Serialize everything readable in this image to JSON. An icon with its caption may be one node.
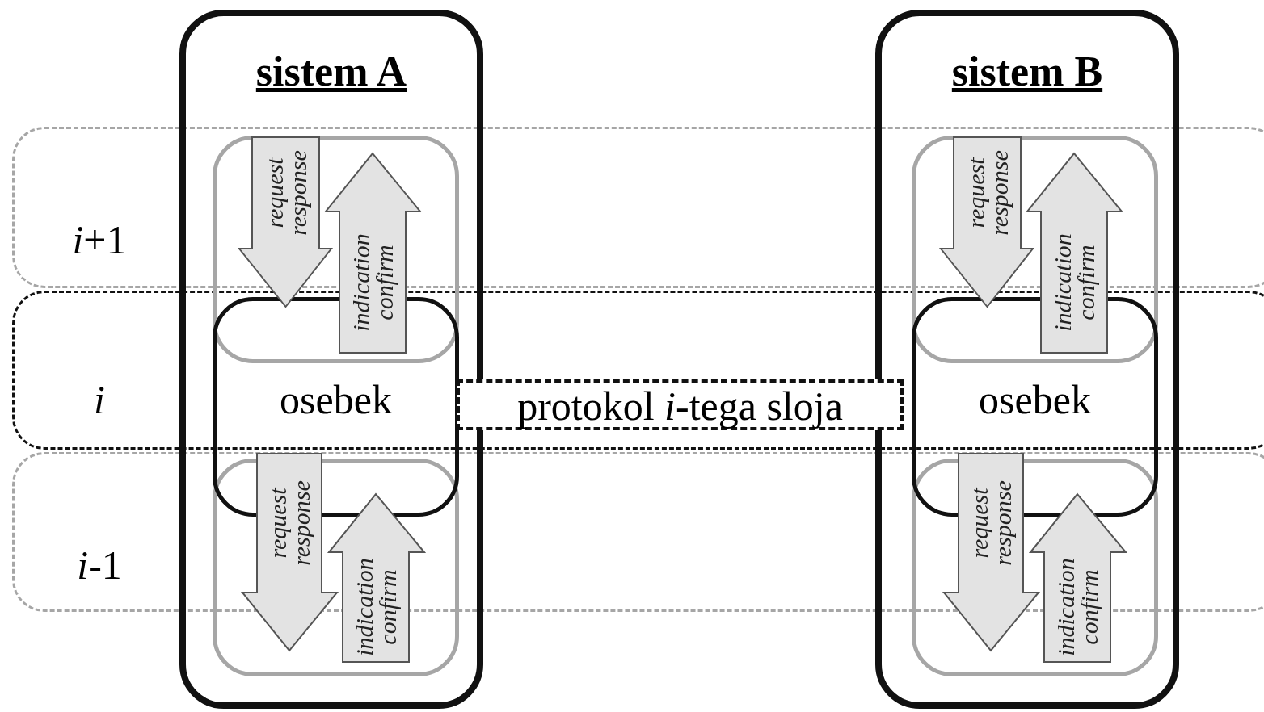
{
  "diagram": {
    "nodes": [
      {
        "text": [
          "sistem A"
        ]
      },
      {
        "text": [],
        "shape": "box",
        "in": 0
      },
      {
        "text": [
          "osebek"
        ],
        "in": 0
      },
      {
        "text": [],
        "shape": "box",
        "in": 0
      },
      {
        "text": [
          "sistem B"
        ]
      },
      {
        "text": [],
        "shape": "box",
        "in": 4
      },
      {
        "text": [
          "osebek"
        ],
        "in": 4
      },
      {
        "text": [],
        "shape": "box",
        "in": 4
      },
      {
        "text": [
          "*i*+1"
        ]
      },
      {
        "text": [
          "*i*"
        ]
      },
      {
        "text": [
          "*i*-1"
        ]
      },
      {
        "text": [
          "protokol *i*-tega sloja"
        ],
        "in": 9
      }
    ],
    "edges": [
      {
        "from": 1,
        "to": 2,
        "arrow": "to",
        "label": "request response"
      },
      {
        "from": 2,
        "to": 1,
        "arrow": "to",
        "label": "indication confirm"
      },
      {
        "from": 2,
        "to": 3,
        "arrow": "to",
        "label": "request response"
      },
      {
        "from": 3,
        "to": 2,
        "arrow": "to",
        "label": "indication confirm"
      },
      {
        "from": 5,
        "to": 6,
        "arrow": "to",
        "label": "request response"
      },
      {
        "from": 6,
        "to": 5,
        "arrow": "to",
        "label": "indication confirm"
      },
      {
        "from": 6,
        "to": 7,
        "arrow": "to",
        "label": "request response"
      },
      {
        "from": 7,
        "to": 6,
        "arrow": "to",
        "label": "indication confirm"
      }
    ]
  }
}
